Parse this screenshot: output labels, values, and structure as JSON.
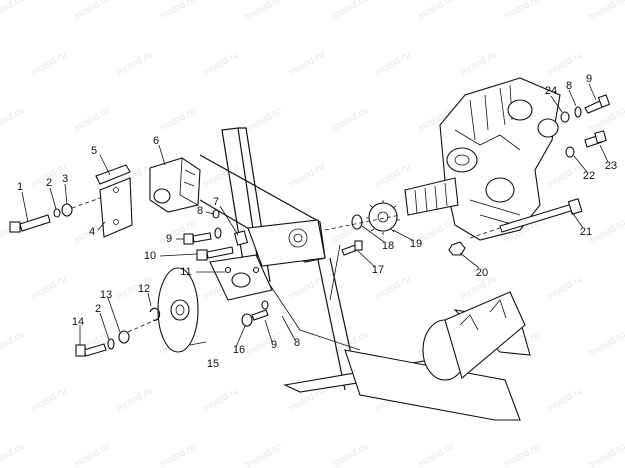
{
  "watermark": {
    "text": "motod.ru"
  },
  "callouts": {
    "c1": "1",
    "c2a": "2",
    "c2b": "2",
    "c3": "3",
    "c4": "4",
    "c5": "5",
    "c6": "6",
    "c7": "7",
    "c8a": "8",
    "c8b": "8",
    "c8c": "8",
    "c9a": "9",
    "c9b": "9",
    "c9c": "9",
    "c10": "10",
    "c11": "11",
    "c12": "12",
    "c13": "13",
    "c14": "14",
    "c15": "15",
    "c16": "16",
    "c17": "17",
    "c18": "18",
    "c19": "19",
    "c20": "20",
    "c21": "21",
    "c22": "22",
    "c23": "23",
    "c24": "24"
  }
}
